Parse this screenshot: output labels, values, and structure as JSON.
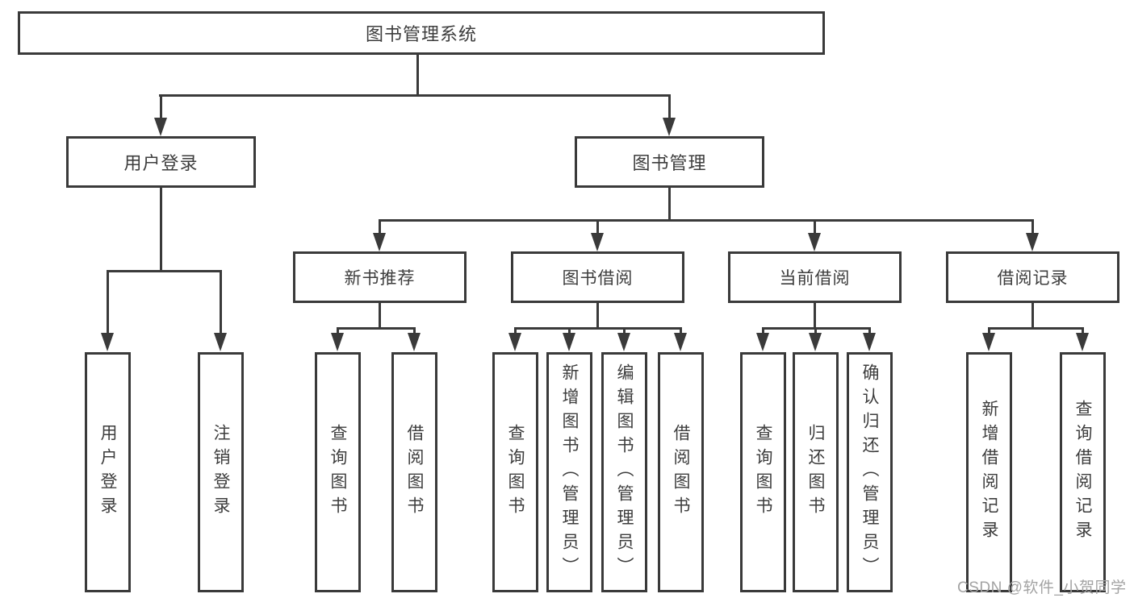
{
  "root": {
    "label": "图书管理系统"
  },
  "nodes": {
    "user_login": {
      "label": "用户登录"
    },
    "book_management": {
      "label": "图书管理"
    },
    "new_book_recommend": {
      "label": "新书推荐"
    },
    "book_borrow": {
      "label": "图书借阅"
    },
    "current_borrow": {
      "label": "当前借阅"
    },
    "borrow_records": {
      "label": "借阅记录"
    }
  },
  "leaves": {
    "user_login": [
      "用户登录",
      "注销登录"
    ],
    "new_book_recommend": [
      "查询图书",
      "借阅图书"
    ],
    "book_borrow": [
      "查询图书",
      "新增图书（管理员）",
      "编辑图书（管理员）",
      "借阅图书"
    ],
    "current_borrow": [
      "查询图书",
      "归还图书",
      "确认归还（管理员）"
    ],
    "borrow_records": [
      "新增借阅记录",
      "查询借阅记录"
    ]
  },
  "watermark": "CSDN @软件_小贺同学",
  "colors": {
    "line": "#3a3a3a",
    "text": "#3d3d3d",
    "watermark": "#a3a3a3",
    "background": "#ffffff"
  }
}
